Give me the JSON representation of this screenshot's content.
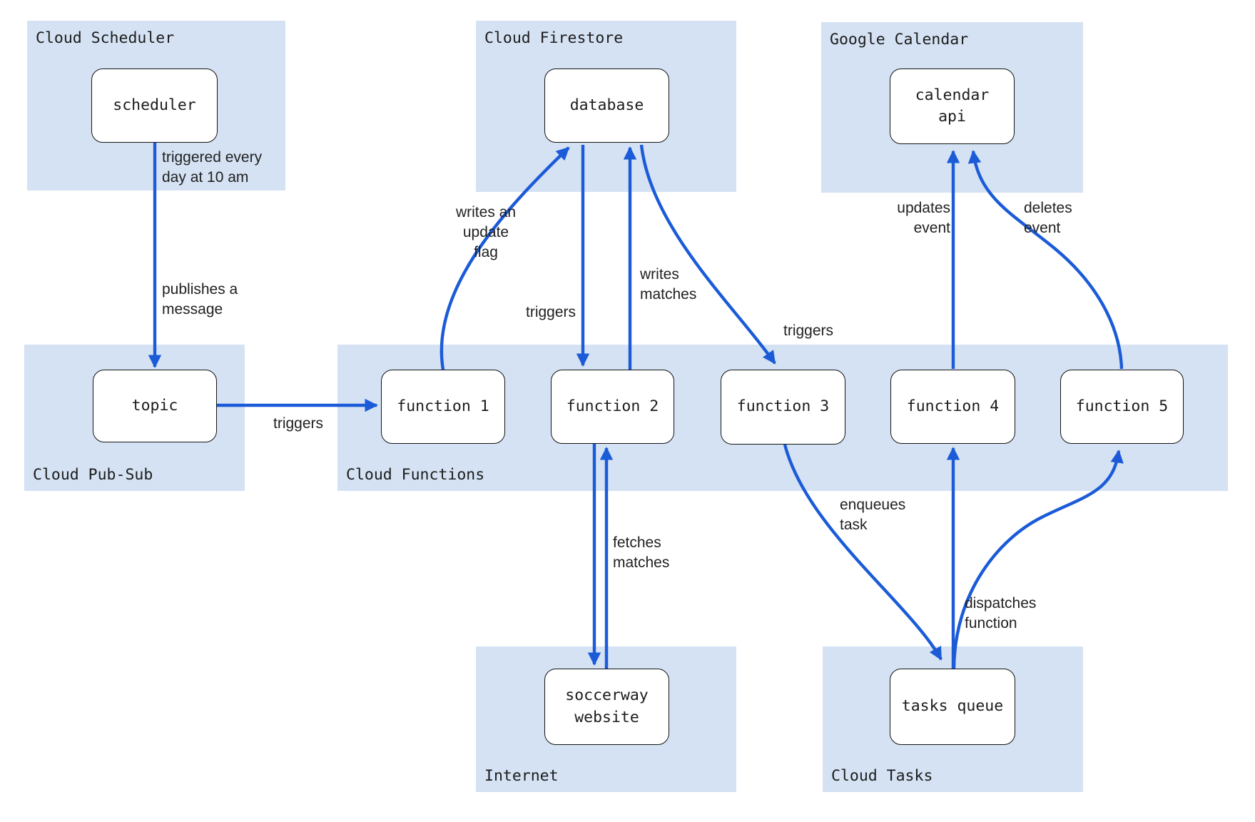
{
  "diagram": {
    "title": "Cloud architecture diagram",
    "colors": {
      "container_fill": "#d4e2f3",
      "arrow_blue": "#1b5bd8",
      "node_fill": "#ffffff",
      "node_border": "#141414",
      "text": "#1c1c1c"
    },
    "containers": {
      "cloud_scheduler": {
        "label": "Cloud Scheduler"
      },
      "cloud_firestore": {
        "label": "Cloud Firestore"
      },
      "google_calendar": {
        "label": "Google Calendar"
      },
      "cloud_pubsub": {
        "label": "Cloud Pub-Sub"
      },
      "cloud_functions": {
        "label": "Cloud Functions"
      },
      "internet": {
        "label": "Internet"
      },
      "cloud_tasks": {
        "label": "Cloud Tasks"
      }
    },
    "nodes": {
      "scheduler": {
        "label": "scheduler"
      },
      "database": {
        "label": "database"
      },
      "calendar_api": {
        "label": "calendar\napi"
      },
      "topic": {
        "label": "topic"
      },
      "function1": {
        "label": "function 1"
      },
      "function2": {
        "label": "function 2"
      },
      "function3": {
        "label": "function 3"
      },
      "function4": {
        "label": "function 4"
      },
      "function5": {
        "label": "function 5"
      },
      "soccerway": {
        "label": "soccerway\nwebsite"
      },
      "tasks_queue": {
        "label": "tasks queue"
      }
    },
    "edge_labels": {
      "triggered_every": "triggered every\nday at 10 am",
      "publishes_message": "publishes a\nmessage",
      "triggers_topic_f1": "triggers",
      "writes_update_flag": "writes an\nupdate flag",
      "triggers_db_f2": "triggers",
      "writes_matches": "writes\nmatches",
      "triggers_db_f3": "triggers",
      "updates_event": "updates\nevent",
      "deletes_event": "deletes\nevent",
      "fetches_matches": "fetches\nmatches",
      "enqueues_task": "enqueues\ntask",
      "dispatches_function": "dispatches\nfunction"
    }
  }
}
